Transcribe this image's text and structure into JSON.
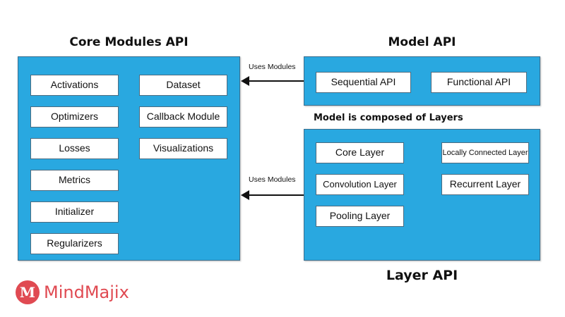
{
  "core": {
    "title": "Core Modules API",
    "items_left": [
      "Activations",
      "Optimizers",
      "Losses",
      "Metrics",
      "Initializer",
      "Regularizers"
    ],
    "items_right": [
      "Dataset",
      "Callback Module",
      "Visualizations"
    ]
  },
  "model": {
    "title": "Model API",
    "items": [
      "Sequential API",
      "Functional API"
    ],
    "caption": "Model is composed of Layers"
  },
  "layer": {
    "title": "Layer API",
    "items_left": [
      "Core Layer",
      "Convolution Layer",
      "Pooling Layer"
    ],
    "items_right": [
      "Locally Connected Layer",
      "Recurrent Layer"
    ]
  },
  "arrows": {
    "top_label": "Uses Modules",
    "bottom_label": "Uses Modules"
  },
  "logo": {
    "mark": "M",
    "text": "MindMajix"
  },
  "colors": {
    "panel": "#29a8e0",
    "logo": "#e04a52"
  }
}
